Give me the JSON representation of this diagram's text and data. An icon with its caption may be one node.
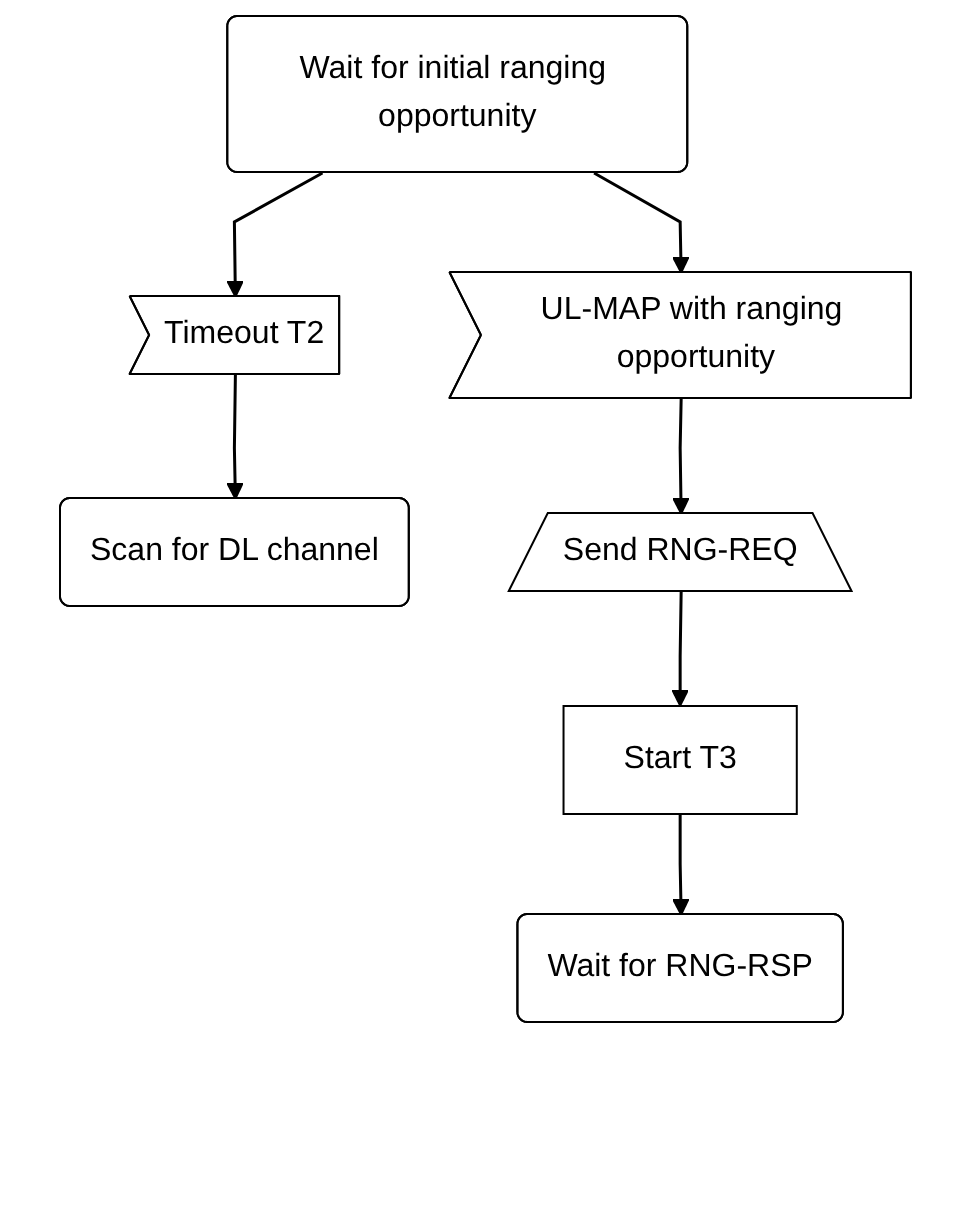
{
  "diagram": {
    "nodes": [
      {
        "text": [
          "Wait for initial ranging opportunity"
        ]
      },
      {
        "text": [
          "Timeout T2"
        ]
      },
      {
        "text": [
          "UL-MAP with ranging opportunity"
        ]
      },
      {
        "text": [
          "Scan for DL channel"
        ]
      },
      {
        "text": [
          "Send RNG-REQ"
        ]
      },
      {
        "text": [
          "Start T3"
        ]
      },
      {
        "text": [
          "Wait for RNG-RSP"
        ]
      }
    ],
    "edges": [
      {
        "from": 0,
        "to": 1,
        "arrow": "to"
      },
      {
        "from": 0,
        "to": 2,
        "arrow": "to"
      },
      {
        "from": 1,
        "to": 3,
        "arrow": "to"
      },
      {
        "from": 2,
        "to": 4,
        "arrow": "to"
      },
      {
        "from": 4,
        "to": 5,
        "arrow": "to"
      },
      {
        "from": 5,
        "to": 6,
        "arrow": "to"
      }
    ]
  }
}
